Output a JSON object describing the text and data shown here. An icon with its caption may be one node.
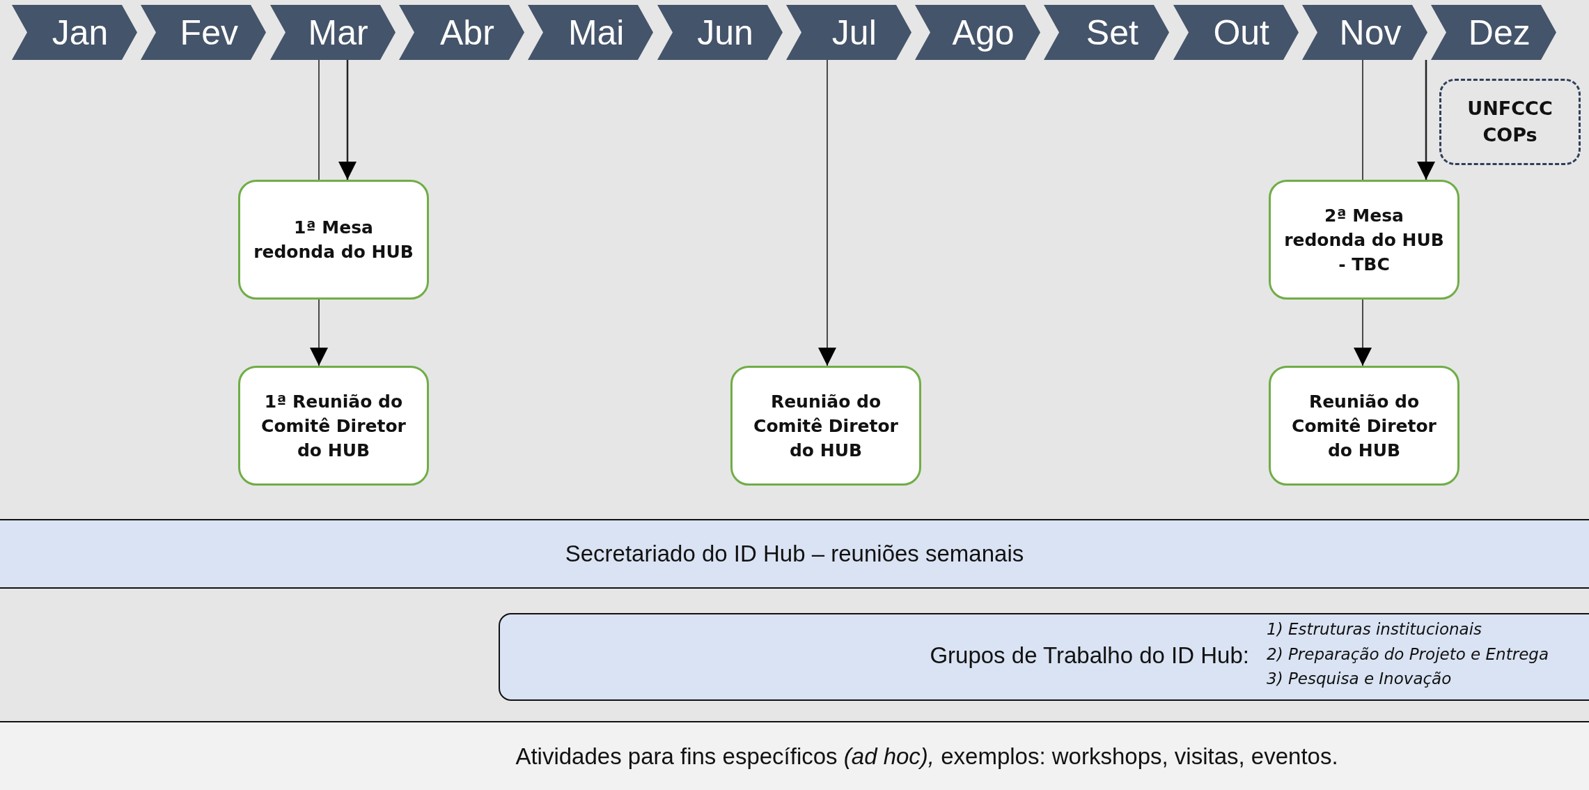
{
  "diagram": {
    "nodes": [
      {
        "text": [
          "Jan"
        ]
      },
      {
        "text": [
          "Fev"
        ]
      },
      {
        "text": [
          "Mar"
        ]
      },
      {
        "text": [
          "Abr"
        ]
      },
      {
        "text": [
          "Mai"
        ]
      },
      {
        "text": [
          "Jun"
        ]
      },
      {
        "text": [
          "Jul"
        ]
      },
      {
        "text": [
          "Ago"
        ]
      },
      {
        "text": [
          "Set"
        ]
      },
      {
        "text": [
          "Out"
        ]
      },
      {
        "text": [
          "Nov"
        ]
      },
      {
        "text": [
          "Dez"
        ]
      },
      {
        "text": [
          "1ª Mesa redonda do HUB"
        ]
      },
      {
        "text": [
          "1ª Reunião do Comitê Diretor do HUB"
        ]
      },
      {
        "text": [
          "Reunião do Comitê Diretor do HUB"
        ]
      },
      {
        "text": [
          "UNFCCC COPs"
        ]
      },
      {
        "text": [
          "2ª Mesa redonda do HUB - TBC"
        ]
      },
      {
        "text": [
          "Reunião do Comitê Diretor do HUB"
        ]
      },
      {
        "text": [
          "Secretariado do ID Hub – reuniões semanais"
        ]
      },
      {
        "text": [
          "Grupos de Trabalho do ID Hub:",
          "1) Estruturas institucionais",
          "2) Preparação do Projeto e Entrega",
          "3) Pesquisa e Inovação"
        ]
      },
      {
        "text": [
          "Atividades para fins específicos *(ad hoc),* exemplos: workshops, visitas, eventos."
        ]
      }
    ],
    "edges": [
      {
        "from": 2,
        "to": 12,
        "arrow": "none"
      },
      {
        "from": 2,
        "to": 12,
        "arrow": "to"
      },
      {
        "from": 12,
        "to": 13,
        "arrow": "to"
      },
      {
        "from": 6,
        "to": 14,
        "arrow": "to"
      },
      {
        "from": 10,
        "to": 16,
        "arrow": "none"
      },
      {
        "from": 10,
        "to": 16,
        "arrow": "to"
      },
      {
        "from": 16,
        "to": 17,
        "arrow": "to"
      }
    ]
  }
}
